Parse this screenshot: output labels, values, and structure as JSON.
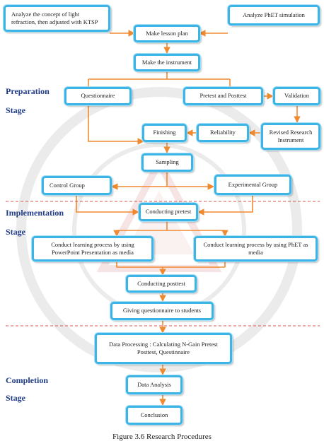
{
  "stages": {
    "preparation": "Preparation",
    "preparation_sub": "Stage",
    "implementation": "Implementation",
    "implementation_sub": "Stage",
    "completion": "Completion",
    "completion_sub": "Stage"
  },
  "boxes": {
    "analyze_concept": "Analyze the concept of light refraction, then adjusted with KTSP",
    "analyze_phet": "Analyze PhET simulation",
    "make_lesson_plan": "Make lesson plan",
    "make_instrument": "Make the instrument",
    "questionnaire": "Questionnaire",
    "pretest_posttest": "Pretest and Posttest",
    "validation": "Validation",
    "finishing": "Finishing",
    "reliability": "Reliability",
    "revised_instrument": "Revised Research Instrument",
    "sampling": "Sampling",
    "control_group": "Control Group",
    "experimental_group": "Experimental Group",
    "conducting_pretest": "Conducting pretest",
    "learning_ppt": "Conduct learning process by using PowerPoint Presentation as media",
    "learning_phet": "Conduct learning process by using PhET as media",
    "conducting_posttest": "Conducting posttest",
    "giving_questionnaire": "Giving questionnaire to students",
    "data_processing": "Data Processing : Calculating N-Gain Pretest Posttest, Questinnaire",
    "data_analysis": "Data Analysis",
    "conclusion": "Conclusion"
  },
  "caption": "Figure 3.6 Research Procedures",
  "colors": {
    "box_border": "#3cb4e6",
    "connector": "#f08a30",
    "separator": "#d9534f",
    "stage_label": "#1f3b8a"
  }
}
